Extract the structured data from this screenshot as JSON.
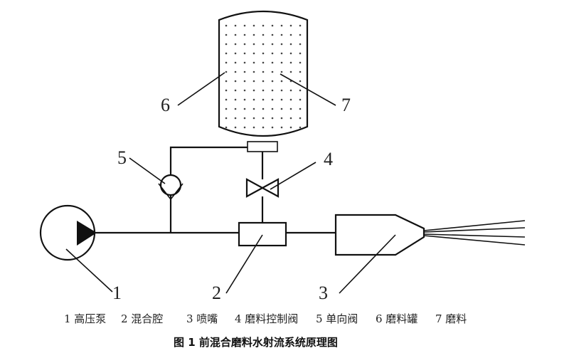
{
  "labels": {
    "pump": "1",
    "mixing_chamber": "2",
    "nozzle": "3",
    "control_valve": "4",
    "check_valve": "5",
    "tank": "6",
    "abrasive": "7"
  },
  "legend": [
    "1 高压泵",
    "2 混合腔",
    "3 喷嘴",
    "4 磨料控制阀",
    "5 单向阀",
    "6 磨料罐",
    "7 磨料"
  ],
  "caption": "图 1  前混合磨料水射流系统原理图"
}
